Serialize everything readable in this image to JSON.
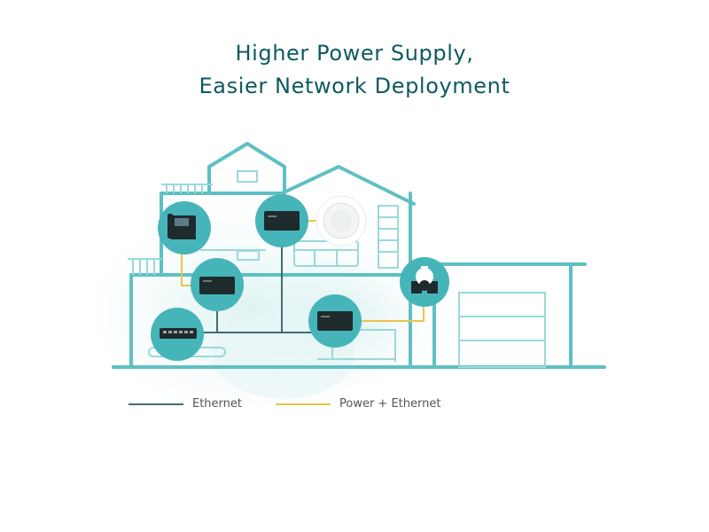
{
  "title": {
    "line1": "Higher Power Supply,",
    "line2": "Easier Network Deployment"
  },
  "legend": [
    {
      "label": "Ethernet",
      "color": "#3f6e70"
    },
    {
      "label": "Power + Ethernet",
      "color": "#e9c44a"
    }
  ],
  "colors": {
    "house_outline": "#5ec0c4",
    "house_fill": "#eef8f8",
    "device_circle": "#46b5ba",
    "halo": "#e3f4f4",
    "device_body": "#1f2a2c",
    "ethernet_line": "#3f6e70",
    "poe_line": "#e9c44a",
    "title": "#0e5a5f"
  },
  "devices": [
    {
      "name": "ip-phone-icon"
    },
    {
      "name": "poe-switch-icon"
    },
    {
      "name": "ceiling-access-point-icon"
    },
    {
      "name": "poe-switch-icon"
    },
    {
      "name": "poe-switch-icon"
    },
    {
      "name": "desktop-switch-icon"
    },
    {
      "name": "security-camera-icon"
    }
  ]
}
